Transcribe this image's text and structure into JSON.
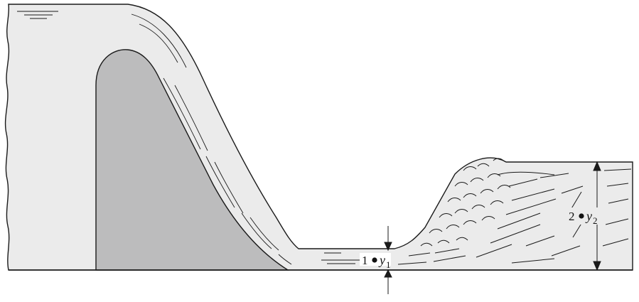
{
  "figure": {
    "labels": {
      "section1": {
        "number": "1",
        "variable": "y",
        "subscript": "1"
      },
      "section2": {
        "number": "2",
        "variable": "y",
        "subscript": "2"
      }
    },
    "colors": {
      "water": "#ebebeb",
      "dam": "#bcbcbd",
      "line": "#1a1a1a",
      "background": "#ffffff"
    }
  }
}
